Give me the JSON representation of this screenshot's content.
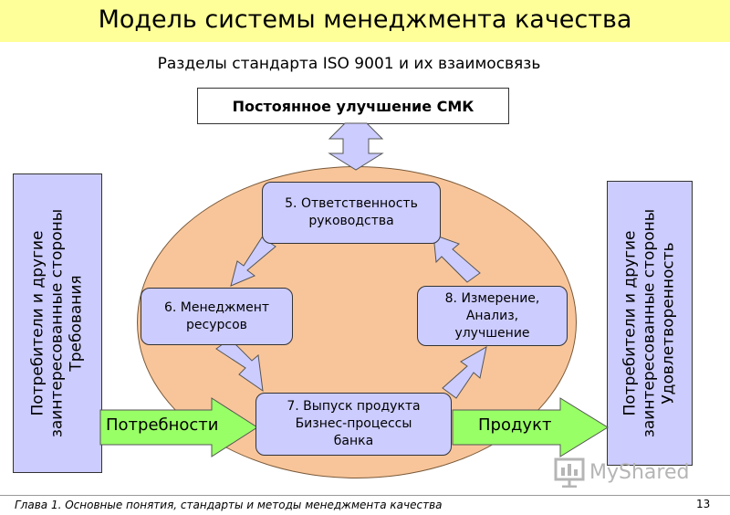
{
  "header": {
    "title": "Модель системы менеджмента качества",
    "subtitle": "Разделы стандарта ISO 9001 и их взаимосвязь"
  },
  "top_box": {
    "label": "Постоянное улучшение СМК"
  },
  "left_box": {
    "line1": "Потребители и другие",
    "line2": "заинтересованные стороны",
    "line3": "Требования"
  },
  "right_box": {
    "line1": "Потребители и другие",
    "line2": "заинтересованные стороны",
    "line3": "Удовлетворенность"
  },
  "processes": {
    "p5": {
      "line1": "5. Ответственность",
      "line2": "руководства"
    },
    "p6": {
      "line1": "6. Менеджмент",
      "line2": "ресурсов"
    },
    "p7": {
      "line1": "7. Выпуск продукта",
      "line2": "Бизнес-процессы",
      "line3": "банка"
    },
    "p8": {
      "line1": "8. Измерение,",
      "line2": "Анализ,",
      "line3": "улучшение"
    }
  },
  "flows": {
    "input_label": "Потребности",
    "output_label": "Продукт"
  },
  "footer": {
    "text": "Глава 1. Основные понятия, стандарты и методы менеджмента качества",
    "page": "13"
  },
  "logo": {
    "text": "MyShared",
    "icon": "presentation-board-icon"
  },
  "colors": {
    "title_bar": "#ffff99",
    "ellipse_fill": "#f8c59a",
    "box_fill": "#ccccff",
    "arrow_fill": "#ccccff",
    "flow_arrow_fill": "#99ff66"
  }
}
